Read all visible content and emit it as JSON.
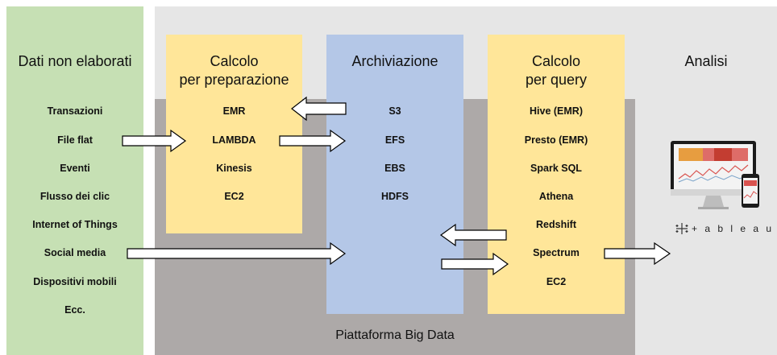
{
  "colors": {
    "raw_bg": "#c6e0b4",
    "platform_bg": "#ada9a8",
    "analysis_bg": "#e6e6e6",
    "compute_bg": "#ffe699",
    "storage_bg": "#b4c7e7",
    "arrow_fill": "#ffffff",
    "arrow_stroke": "#000000"
  },
  "columns": {
    "raw": {
      "title": "Dati non elaborati",
      "items": [
        "Transazioni",
        "File flat",
        "Eventi",
        "Flusso dei clic",
        "Internet of Things",
        "Social media",
        "Dispositivi mobili",
        "Ecc."
      ]
    },
    "prep": {
      "title_line1": "Calcolo",
      "title_line2": "per preparazione",
      "items": [
        "EMR",
        "LAMBDA",
        "Kinesis",
        "EC2"
      ]
    },
    "storage": {
      "title": "Archiviazione",
      "items": [
        "S3",
        "EFS",
        "EBS",
        "HDFS"
      ]
    },
    "query": {
      "title_line1": "Calcolo",
      "title_line2": "per query",
      "items": [
        "Hive (EMR)",
        "Presto (EMR)",
        "Spark SQL",
        "Athena",
        "Redshift",
        "Spectrum",
        "EC2"
      ]
    },
    "analysis": {
      "title": "Analisi",
      "logo_text": "+ a b l e a u",
      "logo_icon": "tableau-cross-icon",
      "device_icon": "monitor-phone-icon"
    }
  },
  "platform_label": "Piattaforma Big Data"
}
